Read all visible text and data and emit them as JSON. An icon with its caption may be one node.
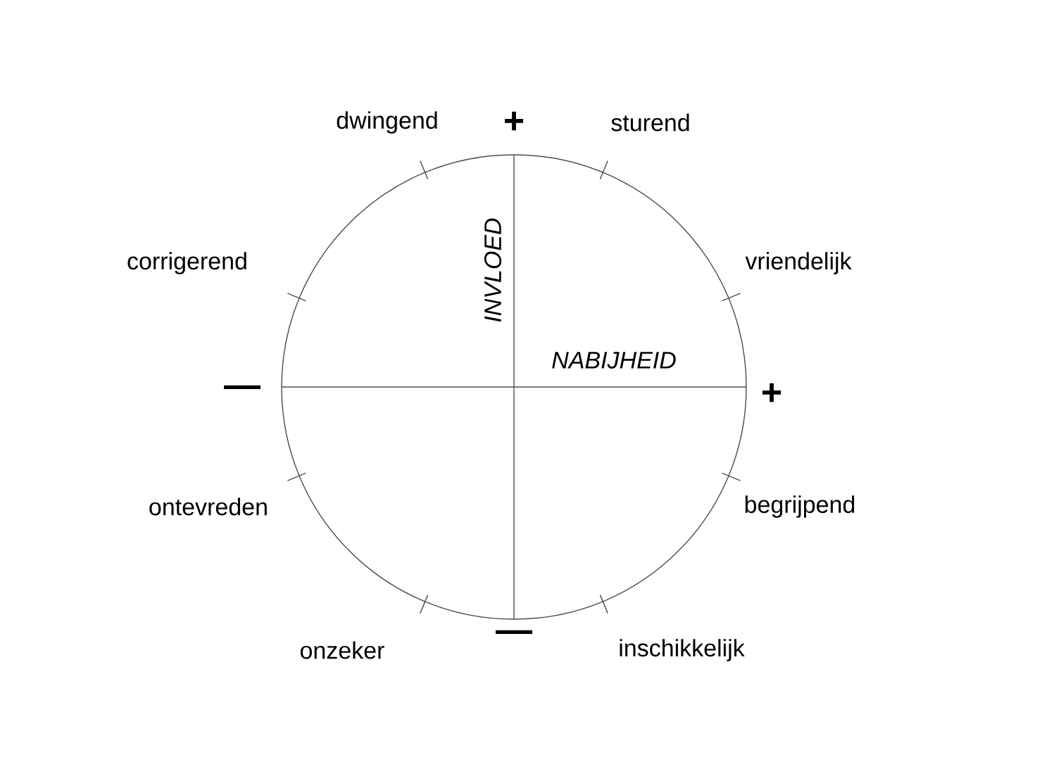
{
  "diagram": {
    "labels": [
      "dwingend",
      "+",
      "sturend",
      "corrigerend",
      "INVLOED",
      "vriendelijk",
      "NABIJHEID",
      "—",
      "+",
      "ontevreden",
      "begrijpend",
      "onzeker",
      "—",
      "inschikkelijk"
    ]
  }
}
